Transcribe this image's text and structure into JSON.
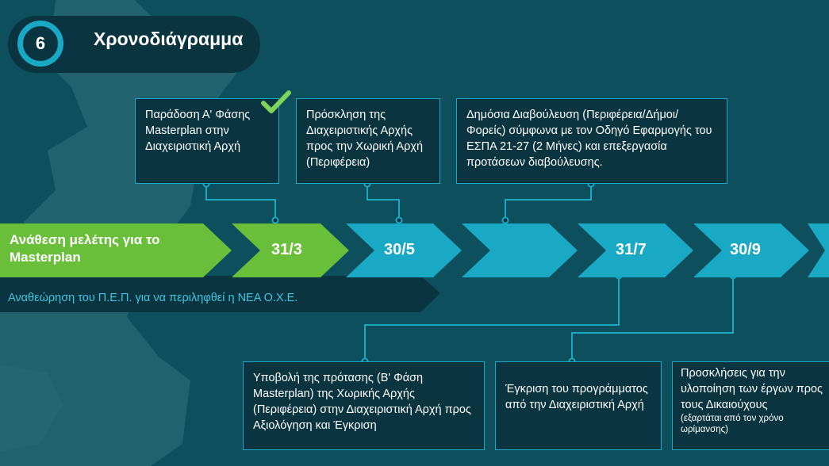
{
  "header": {
    "step_number": "6",
    "title": "Χρονοδιάγραμμα"
  },
  "timeline": {
    "green_bar_label": "Ανάθεση μελέτης για το Masterplan",
    "dark_bar_label": "Αναθεώρηση του Π.Ε.Π. για να περιληφθεί η ΝΕΑ Ο.Χ.Ε.",
    "dates": [
      "31/3",
      "30/5",
      "",
      "31/7",
      "30/9"
    ]
  },
  "milestones_top": [
    {
      "text": "Παράδοση Α' Φάσης Masterplan στην Διαχειριστική Αρχή",
      "status": "completed"
    },
    {
      "text": "Πρόσκληση της Διαχειριστικής Αρχής προς την Χωρική Αρχή (Περιφέρεια)"
    },
    {
      "text": "Δημόσια Διαβούλευση (Περιφέρεια/Δήμοι/Φορείς) σύμφωνα με τον Οδηγό Εφαρμογής του ΕΣΠΑ 21-27 (2 Μήνες) και επεξεργασία προτάσεων διαβούλευσης."
    }
  ],
  "milestones_bottom": [
    {
      "text": "Υποβολή της πρότασης (Β' Φάση Masterplan) της Χωρικής Αρχής (Περιφέρεια) στην Διαχειριστική Αρχή προς Αξιολόγηση και Έγκριση"
    },
    {
      "text": "Έγκριση του προγράμματος από την Διαχειριστική Αρχή"
    },
    {
      "text": "Προσκλήσεις για την υλοποίηση των έργων προς τους Δικαιούχους",
      "note": "(εξαρτάται από τον χρόνο ωρίμανσης)"
    }
  ],
  "colors": {
    "background": "#0d4f5c",
    "map_land": "#2f6f7c",
    "box_fill": "#0a3440",
    "accent_blue": "#19a9c4",
    "accent_green": "#6abf3a",
    "check_green": "#7fd35a"
  },
  "icons": {
    "check": "check-icon",
    "map": "map-silhouette"
  }
}
